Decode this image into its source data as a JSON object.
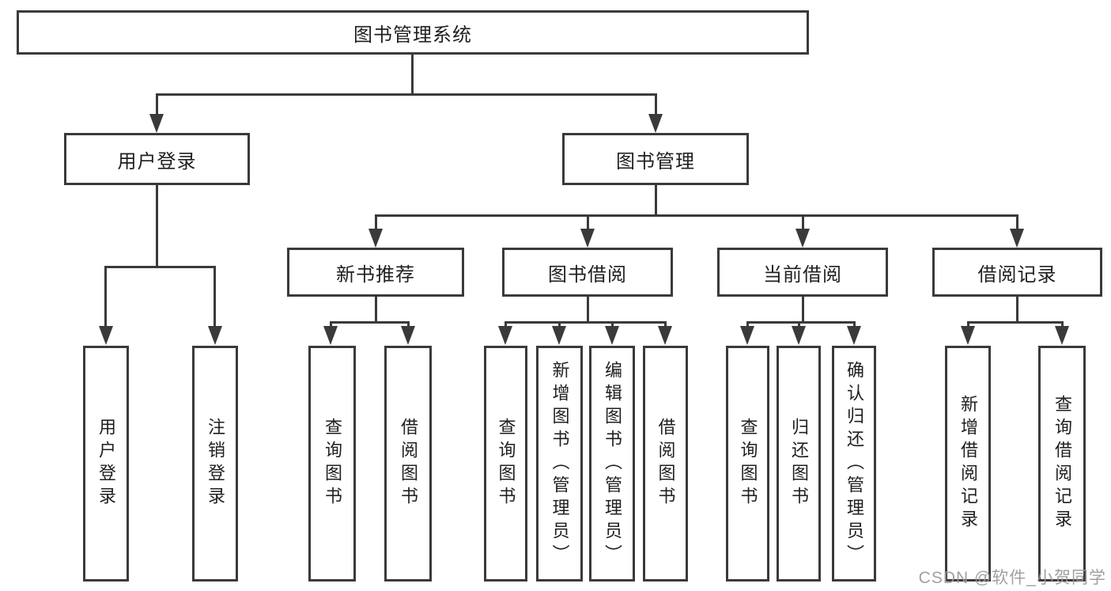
{
  "diagram_title": "图书管理系统",
  "nodes": {
    "root": {
      "label": "图书管理系统"
    },
    "level2": [
      {
        "label": "用户登录"
      },
      {
        "label": "图书管理"
      }
    ],
    "level3": [
      {
        "label": "新书推荐",
        "parent": "图书管理"
      },
      {
        "label": "图书借阅",
        "parent": "图书管理"
      },
      {
        "label": "当前借阅",
        "parent": "图书管理"
      },
      {
        "label": "借阅记录",
        "parent": "图书管理"
      }
    ],
    "leaves": [
      {
        "label": "用户登录",
        "parent": "用户登录"
      },
      {
        "label": "注销登录",
        "parent": "用户登录"
      },
      {
        "label": "查询图书",
        "parent": "新书推荐"
      },
      {
        "label": "借阅图书",
        "parent": "新书推荐"
      },
      {
        "label": "查询图书",
        "parent": "图书借阅"
      },
      {
        "label": "新增图书（管理员）",
        "parent": "图书借阅"
      },
      {
        "label": "编辑图书（管理员）",
        "parent": "图书借阅"
      },
      {
        "label": "借阅图书",
        "parent": "图书借阅"
      },
      {
        "label": "查询图书",
        "parent": "当前借阅"
      },
      {
        "label": "归还图书",
        "parent": "当前借阅"
      },
      {
        "label": "确认归还（管理员）",
        "parent": "当前借阅"
      },
      {
        "label": "新增借阅记录",
        "parent": "借阅记录"
      },
      {
        "label": "查询借阅记录",
        "parent": "借阅记录"
      }
    ]
  },
  "watermark": {
    "text": "CSDN @软件_小贺同学"
  },
  "colors": {
    "line": "#3a3a3a",
    "text": "#1f1f1f",
    "background": "#ffffff",
    "watermark": "#989898"
  }
}
